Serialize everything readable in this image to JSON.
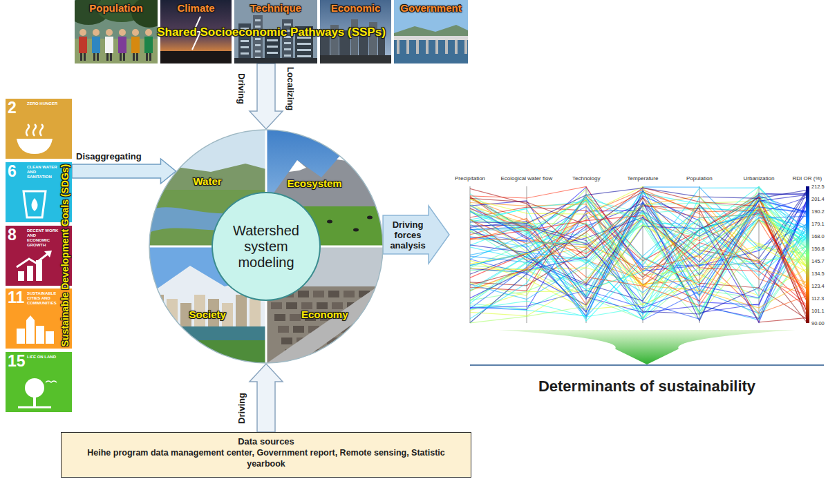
{
  "diagram": {
    "nodes": [
      {
        "text": [
          "Shared Socioeconomic Pathways (SSPs)"
        ]
      },
      {
        "text": [
          "Population"
        ],
        "in": 0
      },
      {
        "text": [
          "Climate"
        ],
        "in": 0
      },
      {
        "text": [
          "Technique"
        ],
        "in": 0
      },
      {
        "text": [
          "Economic"
        ],
        "in": 0
      },
      {
        "text": [
          "Government"
        ],
        "in": 0
      },
      {
        "text": [
          "Sustainable Development Goals (SDGs)"
        ]
      },
      {
        "text": [
          "2",
          "ZERO HUNGER"
        ],
        "in": 6
      },
      {
        "text": [
          "6",
          "CLEAN WATER AND SANITATION"
        ],
        "in": 6
      },
      {
        "text": [
          "8",
          "DECENT WORK AND ECONOMIC GROWTH"
        ],
        "in": 6
      },
      {
        "text": [
          "11",
          "SUSTAINABLE CITIES AND COMMUNITIES"
        ],
        "in": 6
      },
      {
        "text": [
          "15",
          "LIFE ON LAND"
        ],
        "in": 6
      },
      {
        "text": [
          "Watershed system modeling"
        ]
      },
      {
        "text": [
          "Water"
        ],
        "in": 12
      },
      {
        "text": [
          "Ecosystem"
        ],
        "in": 12
      },
      {
        "text": [
          "Society"
        ],
        "in": 12
      },
      {
        "text": [
          "Economy"
        ],
        "in": 12
      },
      {
        "text": [
          "Precipitation",
          "Ecological water flow",
          "Technology",
          "Temperature",
          "Population",
          "Urbanization",
          "RDI OR (%)"
        ]
      },
      {
        "text": [
          "Determinants of sustainability"
        ]
      },
      {
        "text": [
          "Data sources",
          "Heihe program data management center, Government report, Remote sensing, Statistic yearbook"
        ]
      }
    ],
    "edges": [
      {
        "from": 0,
        "to": 12,
        "arrow": "to",
        "label": "Driving"
      },
      {
        "from": 6,
        "to": 12,
        "arrow": "to",
        "label": "Disaggregating"
      },
      {
        "from": 12,
        "to": 17,
        "arrow": "to",
        "label": "Driving forces analysis"
      },
      {
        "from": 17,
        "to": 18,
        "arrow": "to"
      },
      {
        "from": 19,
        "to": 12,
        "arrow": "to",
        "label": "Driving"
      }
    ],
    "labels": [
      "Localizing",
      "212.5",
      "201.4",
      "190.2",
      "179.1",
      "168.0",
      "156.8",
      "145.7",
      "134.5",
      "123.4",
      "112.3",
      "101.1",
      "90.00"
    ]
  }
}
